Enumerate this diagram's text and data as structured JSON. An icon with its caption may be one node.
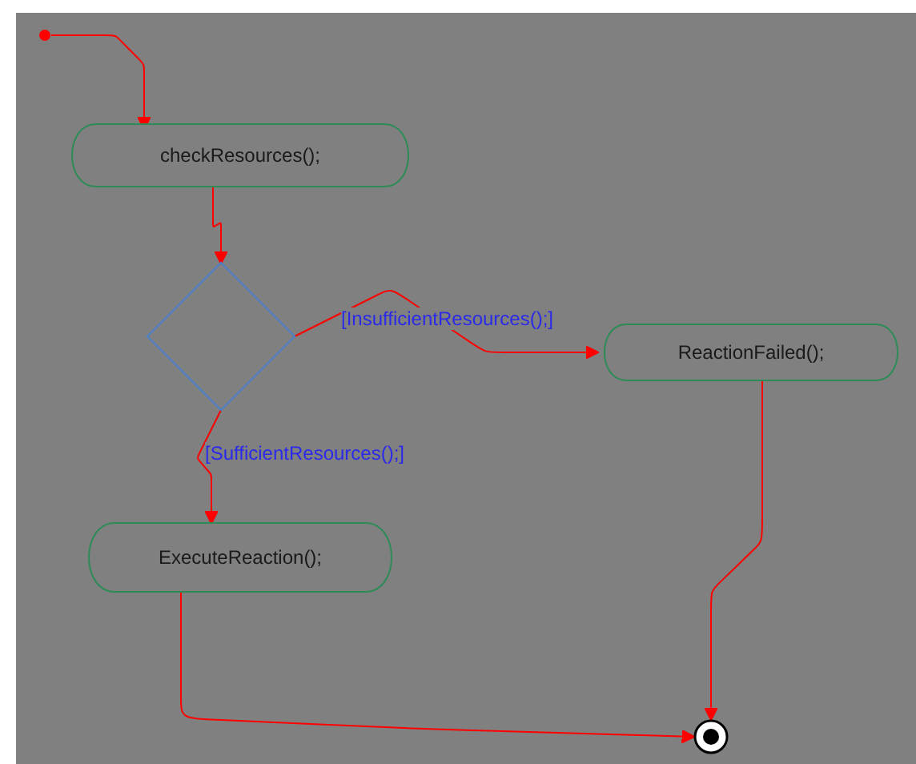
{
  "diagram": {
    "nodes": [
      {
        "text": [],
        "shape": "circle"
      },
      {
        "text": [
          "checkResources();"
        ]
      },
      {
        "text": [],
        "shape": "diamond"
      },
      {
        "text": [
          "ReactionFailed();"
        ]
      },
      {
        "text": [
          "ExecuteReaction();"
        ]
      },
      {
        "text": [],
        "shape": "circle"
      }
    ],
    "edges": [
      {
        "from": 0,
        "to": 1,
        "arrow": "to"
      },
      {
        "from": 1,
        "to": 2,
        "arrow": "to"
      },
      {
        "from": 2,
        "to": 3,
        "arrow": "to",
        "label": "[InsufficientResources();]"
      },
      {
        "from": 2,
        "to": 4,
        "arrow": "to",
        "label": "[SufficientResources();]"
      },
      {
        "from": 3,
        "to": 5,
        "arrow": "to"
      },
      {
        "from": 4,
        "to": 5,
        "arrow": "to"
      }
    ]
  }
}
